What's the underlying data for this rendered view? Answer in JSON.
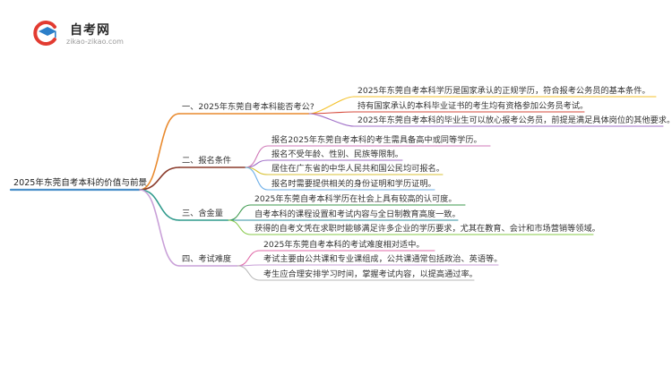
{
  "logo": {
    "title": "自考网",
    "subtitle": "zikao-zikao.com",
    "colors": {
      "arc": "#e23b31",
      "cap": "#2c7fc9"
    }
  },
  "mindmap": {
    "root": "2025年东莞自考本科的价值与前景",
    "root_color": "#4a8fc9",
    "branches": [
      {
        "label": "一、2025年东莞自考本科能否考公?",
        "color": "#e98a2e",
        "leaves": [
          {
            "text": "2025年东莞自考本科学历是国家承认的正规学历，符合报考公务员的基本条件。",
            "color": "#f4c22b"
          },
          {
            "text": "持有国家承认的本科毕业证书的考生均有资格参加公务员考试。",
            "color": "#d64a3b"
          },
          {
            "text": "2025年东莞自考本科的毕业生可以放心报考公务员，前提是满足具体岗位的其他要求。",
            "color": "#a070c8"
          }
        ]
      },
      {
        "label": "二、报名条件",
        "color": "#8a3a2a",
        "leaves": [
          {
            "text": "报名2025年东莞自考本科的考生需具备高中或同等学历。",
            "color": "#d07ab8"
          },
          {
            "text": "报名不受年龄、性别、民族等限制。",
            "color": "#a070c8"
          },
          {
            "text": "居住在广东省的中华人民共和国公民均可报名。",
            "color": "#d8c234"
          },
          {
            "text": "报名时需要提供相关的身份证明和学历证明。",
            "color": "#6fb0e8"
          }
        ]
      },
      {
        "label": "三、含金量",
        "color": "#2f9a8c",
        "leaves": [
          {
            "text": "2025年东莞自考本科学历在社会上具有较高的认可度。",
            "color": "#3d9a4e"
          },
          {
            "text": "自考本科的课程设置和考试内容与全日制教育高度一致。",
            "color": "#2f8fa0"
          },
          {
            "text": "获得的自考文凭在求职时能够满足许多企业的学历要求，尤其在教育、会计和市场营销等领域。",
            "color": "#87c94a"
          }
        ]
      },
      {
        "label": "四、考试难度",
        "color": "#c9a0d8",
        "leaves": [
          {
            "text": "2025年东莞自考本科的考试难度相对适中。",
            "color": "#e06aa8"
          },
          {
            "text": "考试主要由公共课和专业课组成，公共课通常包括政治、英语等。",
            "color": "#c9a0d8"
          },
          {
            "text": "考生应合理安排学习时间，掌握考试内容，以提高通过率。",
            "color": "#b8b8b8"
          }
        ]
      }
    ]
  }
}
